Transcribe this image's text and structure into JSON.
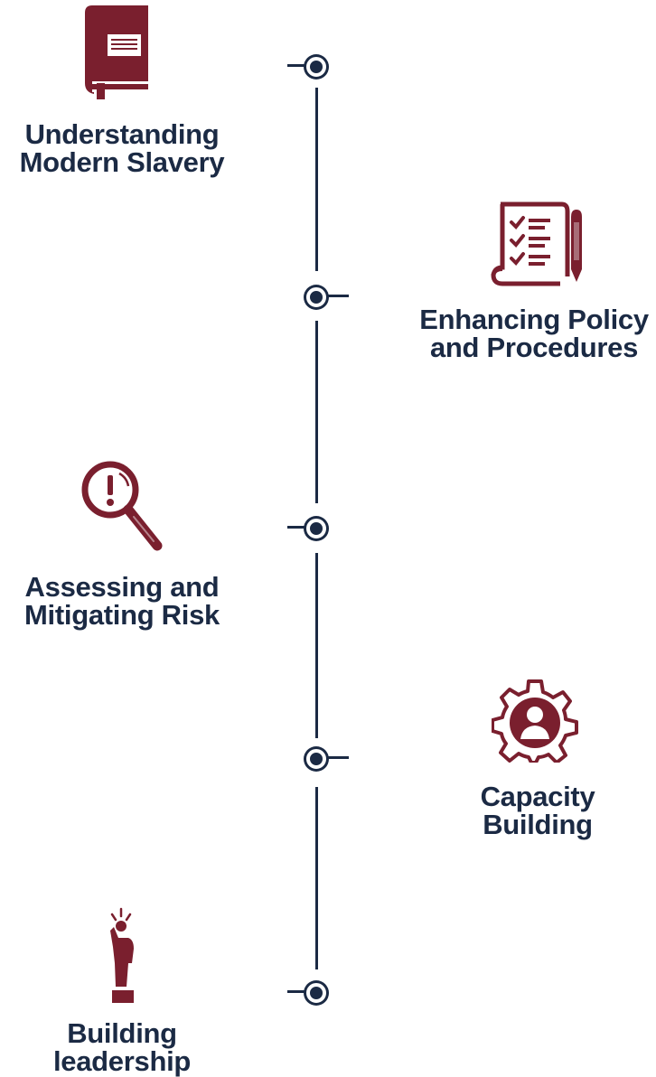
{
  "colors": {
    "accent": "#7a1f2e",
    "line": "#1b2a44",
    "text": "#1b2a44"
  },
  "timeline": {
    "stages": [
      {
        "icon": "book-icon",
        "title_line1": "Understanding",
        "title_line2": "Modern Slavery"
      },
      {
        "icon": "checklist-pen-icon",
        "title_line1": "Enhancing Policy",
        "title_line2": "and Procedures"
      },
      {
        "icon": "magnifier-alert-icon",
        "title_line1": "Assessing and",
        "title_line2": "Mitigating Risk"
      },
      {
        "icon": "gear-person-icon",
        "title_line1": "Capacity",
        "title_line2": "Building"
      },
      {
        "icon": "leader-figure-icon",
        "title_line1": "Building",
        "title_line2": "leadership"
      }
    ]
  }
}
